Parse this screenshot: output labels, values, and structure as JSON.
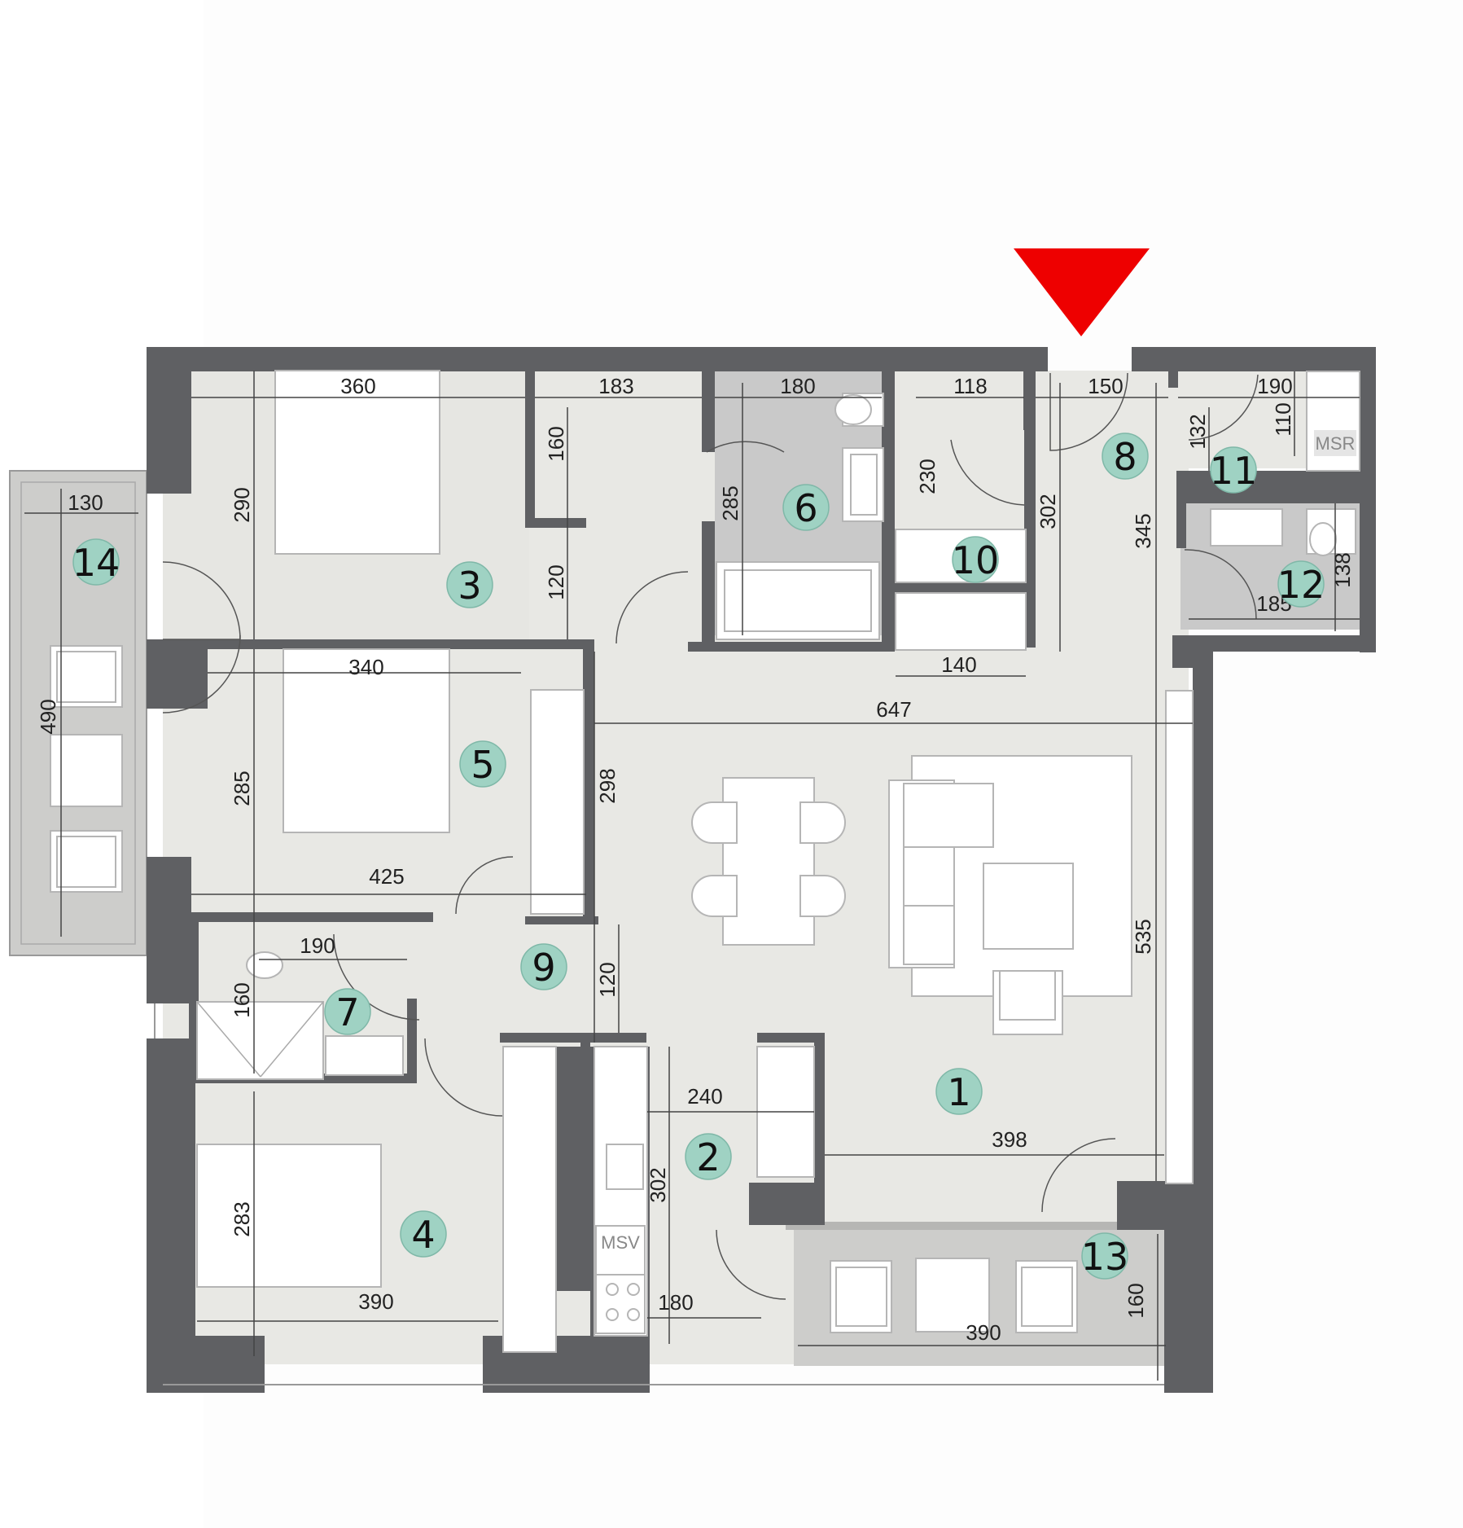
{
  "rooms": [
    {
      "id": "1"
    },
    {
      "id": "2"
    },
    {
      "id": "3"
    },
    {
      "id": "4"
    },
    {
      "id": "5"
    },
    {
      "id": "6"
    },
    {
      "id": "7"
    },
    {
      "id": "8"
    },
    {
      "id": "9"
    },
    {
      "id": "10"
    },
    {
      "id": "11"
    },
    {
      "id": "12"
    },
    {
      "id": "13"
    },
    {
      "id": "14"
    }
  ],
  "dimensions": {
    "room3_width": "360",
    "corridor_top_width": "183",
    "bath6_width": "180",
    "storage10_width": "118",
    "entrance_width": "150",
    "wc11_width": "190",
    "balcony14_width": "130",
    "room3_depth": "290",
    "niche_height": "160",
    "corridor_gap": "120",
    "bath6_depth": "285",
    "storage10_depth": "230",
    "entrance_depth": "302",
    "hall_depth": "345",
    "wc11_depth": "132",
    "msr_depth": "110",
    "bath12_depth": "138",
    "bath12_width": "185",
    "storage_bottom": "140",
    "living_width": "647",
    "room5_width": "340",
    "room5_depth": "285",
    "wardrobe_depth": "298",
    "room5_bottom": "425",
    "balcony14_depth": "490",
    "wc7_width": "190",
    "wc7_depth": "160",
    "hall9_depth": "120",
    "kitchen_width": "240",
    "living_depth": "535",
    "kitchen_depth": "302",
    "living_bottom": "398",
    "room4_depth": "283",
    "room4_width": "390",
    "kitchen_bottom": "180",
    "terrace13_width": "390",
    "terrace13_depth": "160"
  },
  "labels": {
    "msv": "MSV",
    "msr": "MSR"
  },
  "entrance_marker": {
    "color": "#ee0000"
  }
}
